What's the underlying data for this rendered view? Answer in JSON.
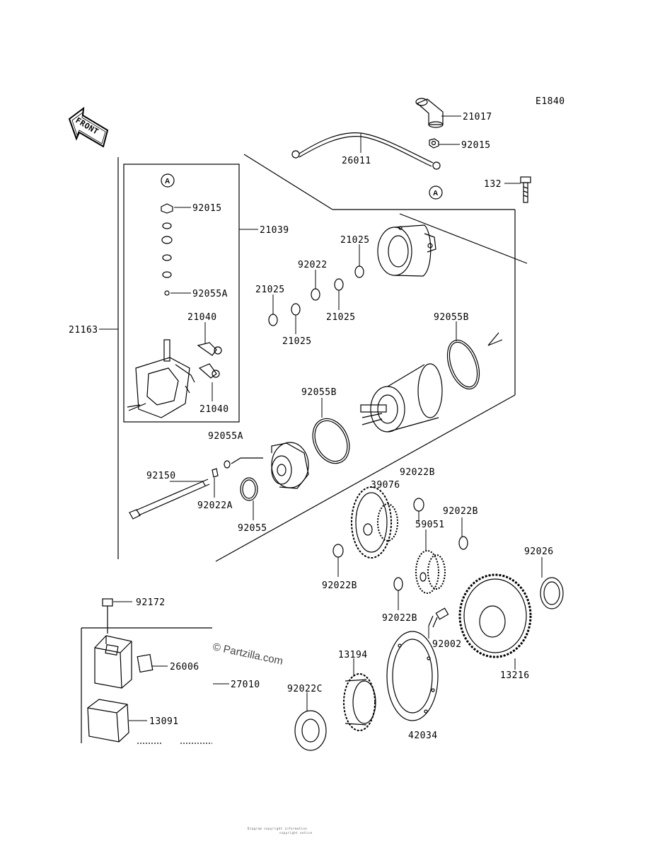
{
  "diagram_code": "E1840",
  "front_label": "FRONT",
  "callout_circle": "A",
  "watermark": "© Partzilla.com",
  "footer": [
    "Diagram copyright information",
    "copyright notice"
  ],
  "parts": {
    "p21017": "21017",
    "p92015_top": "92015",
    "p26011": "26011",
    "p132": "132",
    "p92015_brush": "92015",
    "p21039": "21039",
    "p92055A_top": "92055A",
    "p21163": "21163",
    "p21040_top": "21040",
    "p21040_bot": "21040",
    "p21025_a": "21025",
    "p92022": "92022",
    "p21025_b": "21025",
    "p21025_c": "21025",
    "p21025_d": "21025",
    "p92055B_right": "92055B",
    "p92055B_left": "92055B",
    "p92055A_mid": "92055A",
    "p92150": "92150",
    "p92022A": "92022A",
    "p92055": "92055",
    "p92022B_a": "92022B",
    "p39076": "39076",
    "p92022B_b": "92022B",
    "p59051": "59051",
    "p92026": "92026",
    "p92022B_c": "92022B",
    "p92022B_d": "92022B",
    "p92002": "92002",
    "p92172": "92172",
    "p26006": "26006",
    "p27010": "27010",
    "p13091": "13091",
    "p13194": "13194",
    "p92022C": "92022C",
    "p42034": "42034",
    "p13216": "13216"
  }
}
